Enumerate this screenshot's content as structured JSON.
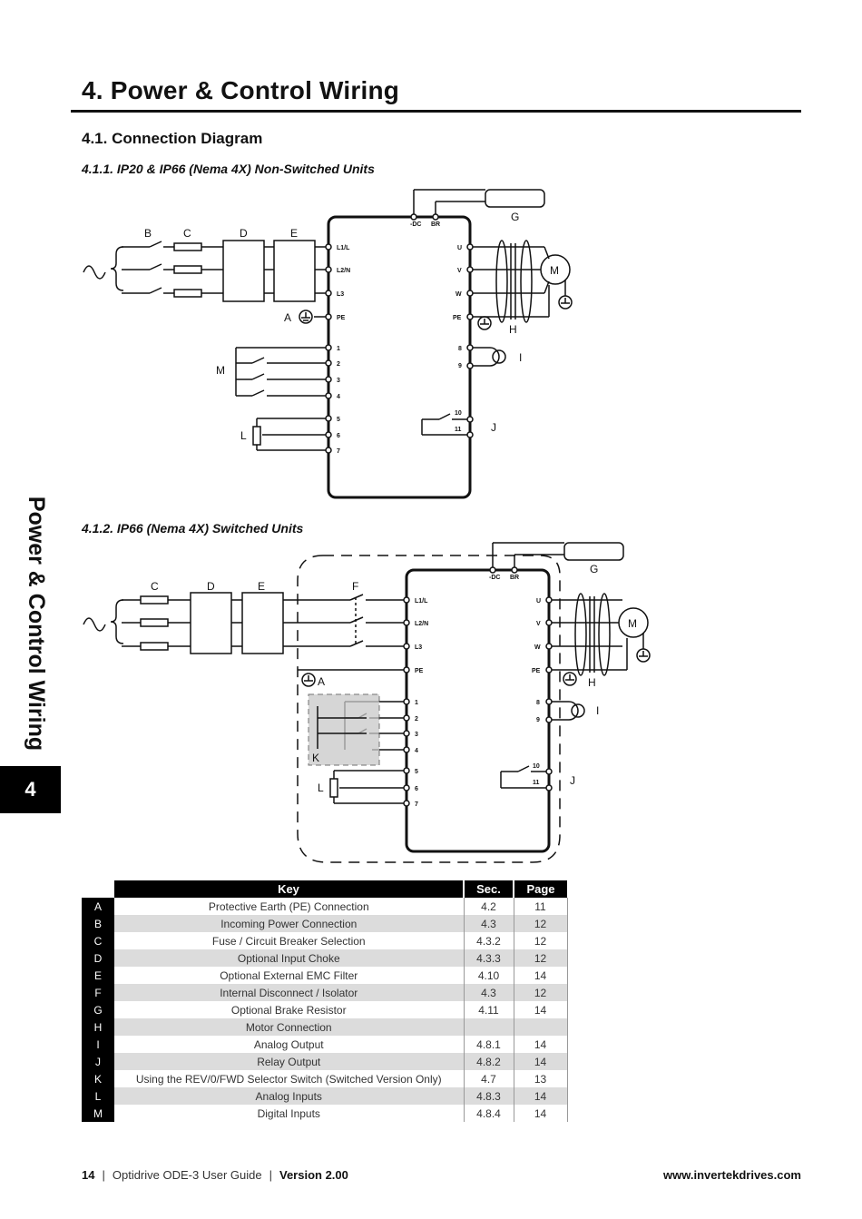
{
  "page_title": "4. Power & Control Wiring",
  "section": "4.1. Connection Diagram",
  "sub1": "4.1.1. IP20 & IP66 (Nema 4X) Non-Switched Units",
  "sub2": "4.1.2. IP66 (Nema 4X) Switched Units",
  "side_label": "Power & Control Wiring",
  "side_tab": "4",
  "diagram": {
    "letters": {
      "A": "A",
      "B": "B",
      "C": "C",
      "D": "D",
      "E": "E",
      "F": "F",
      "G": "G",
      "H": "H",
      "I": "I",
      "J": "J",
      "K": "K",
      "L": "L",
      "M": "M"
    },
    "motor": "M",
    "terminals": {
      "dc": "-DC",
      "br": "BR",
      "l1": "L1/L",
      "l2": "L2/N",
      "l3": "L3",
      "pe": "PE",
      "u": "U",
      "v": "V",
      "w": "W",
      "t1": "1",
      "t2": "2",
      "t3": "3",
      "t4": "4",
      "t5": "5",
      "t6": "6",
      "t7": "7",
      "t8": "8",
      "t9": "9",
      "t10": "10",
      "t11": "11"
    }
  },
  "key_table": {
    "headers": {
      "key": "Key",
      "sec": "Sec.",
      "page": "Page"
    },
    "rows": [
      {
        "code": "A",
        "desc": "Protective Earth (PE) Connection",
        "sec": "4.2",
        "page": "11"
      },
      {
        "code": "B",
        "desc": "Incoming Power Connection",
        "sec": "4.3",
        "page": "12"
      },
      {
        "code": "C",
        "desc": "Fuse / Circuit Breaker Selection",
        "sec": "4.3.2",
        "page": "12"
      },
      {
        "code": "D",
        "desc": "Optional Input Choke",
        "sec": "4.3.3",
        "page": "12"
      },
      {
        "code": "E",
        "desc": "Optional External EMC Filter",
        "sec": "4.10",
        "page": "14"
      },
      {
        "code": "F",
        "desc": "Internal Disconnect / Isolator",
        "sec": "4.3",
        "page": "12"
      },
      {
        "code": "G",
        "desc": "Optional Brake Resistor",
        "sec": "4.11",
        "page": "14"
      },
      {
        "code": "H",
        "desc": "Motor Connection",
        "sec": "",
        "page": ""
      },
      {
        "code": "I",
        "desc": "Analog Output",
        "sec": "4.8.1",
        "page": "14"
      },
      {
        "code": "J",
        "desc": "Relay Output",
        "sec": "4.8.2",
        "page": "14"
      },
      {
        "code": "K",
        "desc": "Using the REV/0/FWD Selector Switch (Switched Version Only)",
        "sec": "4.7",
        "page": "13"
      },
      {
        "code": "L",
        "desc": "Analog Inputs",
        "sec": "4.8.3",
        "page": "14"
      },
      {
        "code": "M",
        "desc": "Digital Inputs",
        "sec": "4.8.4",
        "page": "14"
      }
    ]
  },
  "footer": {
    "page_no": "14",
    "doc": "Optidrive ODE-3 User Guide",
    "version": "Version 2.00",
    "url": "www.invertekdrives.com"
  }
}
